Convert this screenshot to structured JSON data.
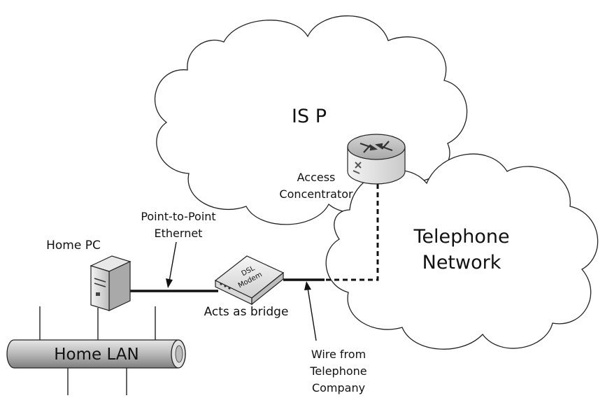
{
  "clouds": {
    "isp": {
      "label": "IS P"
    },
    "telephone": {
      "label_line1": "Telephone",
      "label_line2": "Network"
    }
  },
  "devices": {
    "router": {
      "label_line1": "Access",
      "label_line2": "Concentrator",
      "icon": "router-icon"
    },
    "pc": {
      "label": "Home PC",
      "icon": "server-tower-icon"
    },
    "modem": {
      "text_line1": "DSL",
      "text_line2": "Modem",
      "caption": "Acts as bridge",
      "icon": "dsl-modem-icon"
    }
  },
  "links": {
    "ethernet": {
      "label_line1": "Point-to-Point",
      "label_line2": "Ethernet"
    },
    "wire": {
      "label_line1": "Wire from",
      "label_line2": "Telephone",
      "label_line3": "Company"
    }
  },
  "lan": {
    "label": "Home LAN"
  }
}
